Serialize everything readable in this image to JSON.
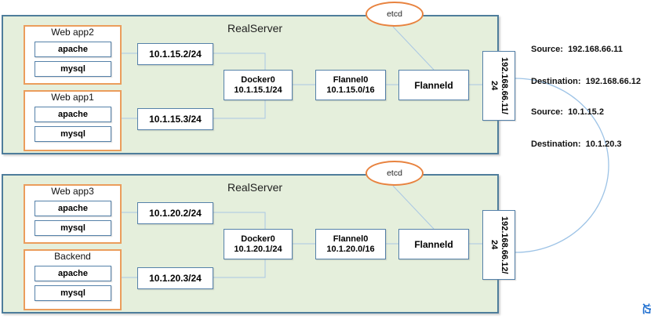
{
  "colors": {
    "server_fill": "#e5efdc",
    "server_border": "#4e7d9b",
    "node_border": "#5581a9",
    "container_border": "#eb9d5c",
    "etcd_border": "#e8833f",
    "connector_line": "#a9c7e4",
    "packet_arc": "#9dc3e6",
    "watermark_blue": "#1f6fd0"
  },
  "servers": [
    {
      "title": "RealServer",
      "etcd": "etcd",
      "containers": [
        {
          "title": "Web app2",
          "processes": [
            "apache",
            "mysql"
          ]
        },
        {
          "title": "Web app1",
          "processes": [
            "apache",
            "mysql"
          ]
        }
      ],
      "veths": [
        "10.1.15.2/24",
        "10.1.15.3/24"
      ],
      "docker0": [
        "Docker0",
        "10.1.15.1/24"
      ],
      "flannel0": [
        "Flannel0",
        "10.1.15.0/16"
      ],
      "flanneld": "Flanneld",
      "eth": [
        "192.168.66.11/",
        "24"
      ]
    },
    {
      "title": "RealServer",
      "etcd": "etcd",
      "containers": [
        {
          "title": "Web app3",
          "processes": [
            "apache",
            "mysql"
          ]
        },
        {
          "title": "Backend",
          "processes": [
            "apache",
            "mysql"
          ]
        }
      ],
      "veths": [
        "10.1.20.2/24",
        "10.1.20.3/24"
      ],
      "docker0": [
        "Docker0",
        "10.1.20.1/24"
      ],
      "flannel0": [
        "Flannel0",
        "10.1.20.0/16"
      ],
      "flanneld": "Flanneld",
      "eth": [
        "192.168.66.12/",
        "24"
      ]
    }
  ],
  "annotations": [
    {
      "source": "Source:  192.168.66.11",
      "destination": "Destination:  192.168.66.12"
    },
    {
      "source": "Source:  10.1.15.2",
      "destination": "Destination:  10.1.20.3"
    }
  ],
  "watermark": "迈"
}
